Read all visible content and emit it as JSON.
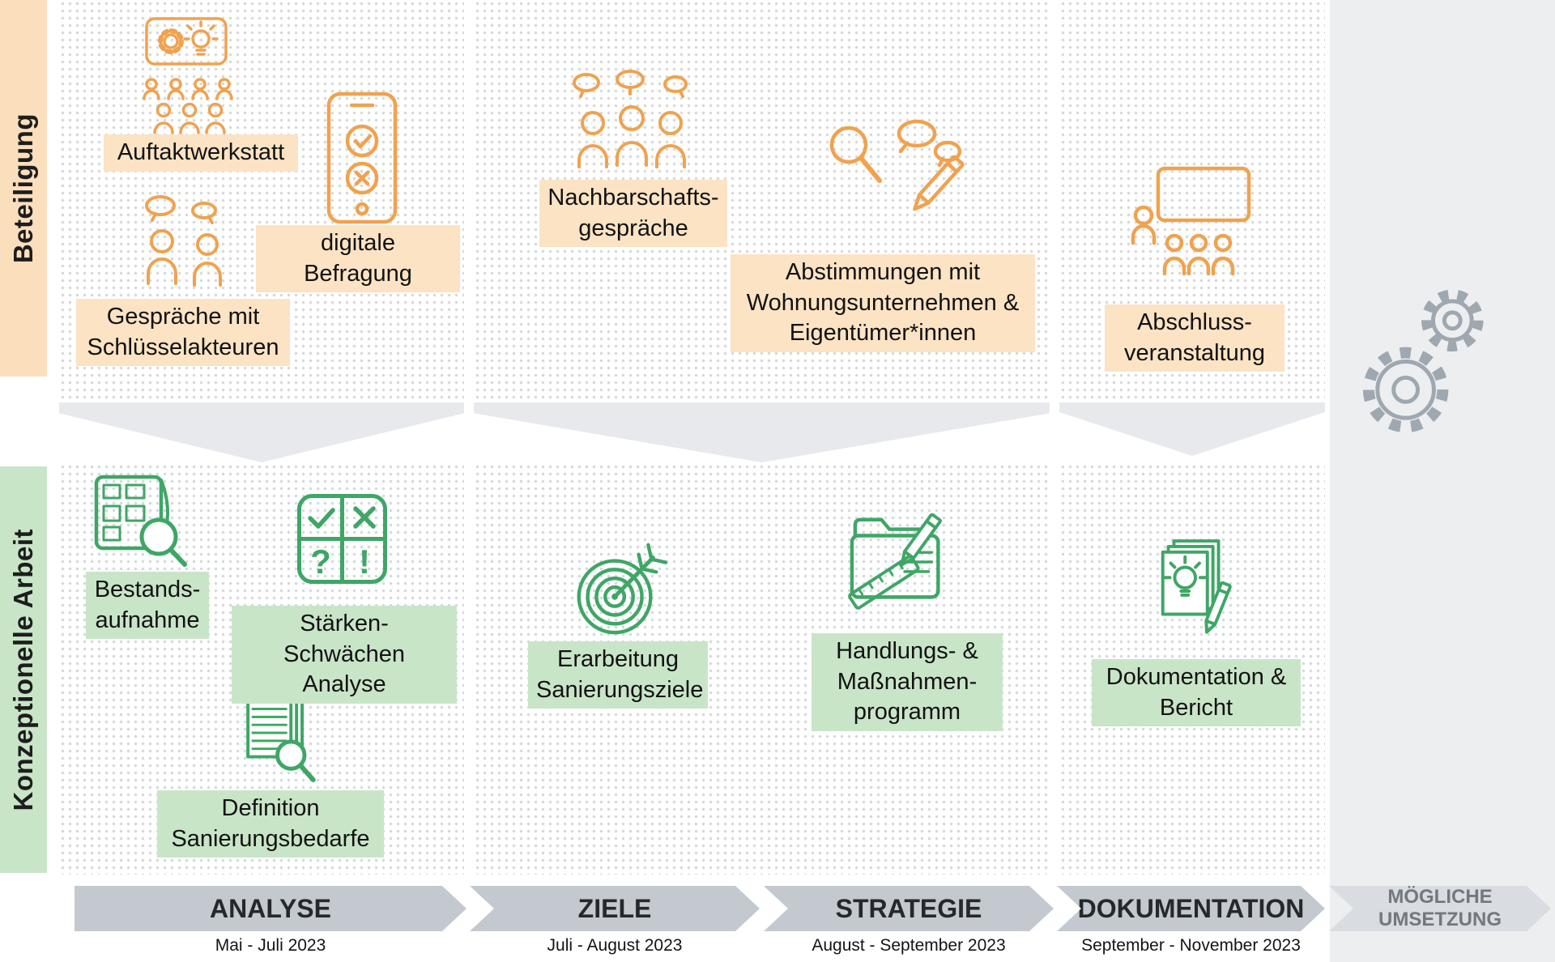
{
  "sidebar": {
    "participation_label": "Beteiligung",
    "conceptual_label": "Konzeptionelle Arbeit"
  },
  "participation": {
    "analyse": {
      "auftaktwerkstatt": "Auftaktwerkstatt",
      "digitale_befragung": "digitale Befragung",
      "gespraeche": "Gespräche mit\nSchlüsselakteuren"
    },
    "ziele": {
      "nachbarschaft": "Nachbarschafts-\ngespräche"
    },
    "strategie": {
      "abstimmungen": "Abstimmungen mit\nWohnungsunternehmen &\nEigentümer*innen"
    },
    "dokumentation": {
      "abschluss": "Abschluss-\nveranstaltung"
    }
  },
  "conceptual": {
    "analyse": {
      "bestandsaufnahme": "Bestands-\naufnahme",
      "staerken": "Stärken-Schwächen\nAnalyse",
      "definition": "Definition\nSanierungsbedarfe"
    },
    "ziele": {
      "erarbeitung": "Erarbeitung\nSanierungsziele"
    },
    "strategie": {
      "handlungs": "Handlungs- &\nMaßnahmen-\nprogramm"
    },
    "dokumentation": {
      "bericht": "Dokumentation &\nBericht"
    }
  },
  "timeline": [
    {
      "phase": "ANALYSE",
      "dates": "Mai - Juli 2023"
    },
    {
      "phase": "ZIELE",
      "dates": "Juli - August 2023"
    },
    {
      "phase": "STRATEGIE",
      "dates": "August - September 2023"
    },
    {
      "phase": "DOKUMENTATION",
      "dates": "September - November 2023"
    },
    {
      "phase": "MÖGLICHE\nUMSETZUNG",
      "dates": ""
    }
  ],
  "icons": {
    "participation": [
      "workshop-icon",
      "crowd-icon",
      "phone-survey-icon",
      "dialogue-icon",
      "group-conversation-icon",
      "consultation-icon",
      "presentation-icon"
    ],
    "conceptual": [
      "map-magnifier-icon",
      "swot-grid-icon",
      "documents-magnifier-icon",
      "target-icon",
      "folder-ruler-pencil-icon",
      "report-lightbulb-pencil-icon"
    ],
    "implementation": [
      "gears-icon"
    ]
  },
  "colors": {
    "participation_accent": "#F0A24F",
    "participation_bg": "#FBE3C4",
    "conceptual_accent": "#3FA666",
    "conceptual_bg": "#C9E5C8",
    "timeline_arrow": "#C3C9CF",
    "implementation_bg": "#ECEEF0",
    "gears": "#9FA8B0"
  }
}
